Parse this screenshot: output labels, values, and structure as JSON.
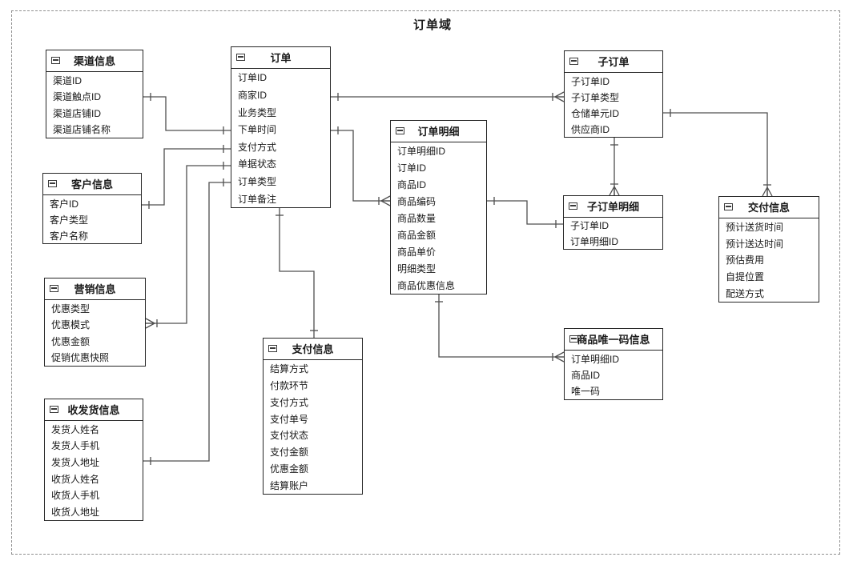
{
  "diagram": {
    "title": "订单域",
    "type": "entity-relationship-diagram",
    "header_icon": "collapse-icon"
  },
  "colors": {
    "background": "#ffffff",
    "box_border": "#262626",
    "relationship_line": "#4f4f4f",
    "boundary_dash": "#8f8f8f",
    "text": "#1a1a1a"
  },
  "entities": [
    {
      "id": "channel",
      "title": "渠道信息",
      "fields": [
        "渠道ID",
        "渠道触点ID",
        "渠道店铺ID",
        "渠道店铺名称"
      ]
    },
    {
      "id": "customer",
      "title": "客户信息",
      "fields": [
        "客户ID",
        "客户类型",
        "客户名称"
      ]
    },
    {
      "id": "marketing",
      "title": "营销信息",
      "fields": [
        "优惠类型",
        "优惠模式",
        "优惠金额",
        "促销优惠快照"
      ]
    },
    {
      "id": "shipping",
      "title": "收发货信息",
      "fields": [
        "发货人姓名",
        "发货人手机",
        "发货人地址",
        "收货人姓名",
        "收货人手机",
        "收货人地址"
      ]
    },
    {
      "id": "order",
      "title": "订单",
      "fields": [
        "订单ID",
        "商家ID",
        "业务类型",
        "下单时间",
        "支付方式",
        "单据状态",
        "订单类型",
        "订单备注"
      ]
    },
    {
      "id": "order_detail",
      "title": "订单明细",
      "fields": [
        "订单明细ID",
        "订单ID",
        "商品ID",
        "商品编码",
        "商品数量",
        "商品金额",
        "商品单价",
        "明细类型",
        "商品优惠信息"
      ]
    },
    {
      "id": "payment",
      "title": "支付信息",
      "fields": [
        "结算方式",
        "付款环节",
        "支付方式",
        "支付单号",
        "支付状态",
        "支付金额",
        "优惠金额",
        "结算账户"
      ]
    },
    {
      "id": "sub_order",
      "title": "子订单",
      "fields": [
        "子订单ID",
        "子订单类型",
        "仓储单元ID",
        "供应商ID"
      ]
    },
    {
      "id": "sub_order_detail",
      "title": "子订单明细",
      "fields": [
        "子订单ID",
        "订单明细ID"
      ]
    },
    {
      "id": "delivery",
      "title": "交付信息",
      "fields": [
        "预计送货时间",
        "预计送达时间",
        "预估费用",
        "自提位置",
        "配送方式"
      ]
    },
    {
      "id": "unique_code",
      "title": "商品唯一码信息",
      "fields": [
        "订单明细ID",
        "商品ID",
        "唯一码"
      ]
    }
  ],
  "connections": [
    {
      "from": {
        "entity": "channel",
        "anchor": "渠道触点ID",
        "cardinality": "one"
      },
      "to": {
        "entity": "order",
        "anchor": "下单时间",
        "cardinality": "one"
      }
    },
    {
      "from": {
        "entity": "customer",
        "anchor": "客户ID",
        "cardinality": "one"
      },
      "to": {
        "entity": "order",
        "anchor": "支付方式",
        "cardinality": "one"
      }
    },
    {
      "from": {
        "entity": "marketing",
        "anchor": "优惠模式",
        "cardinality": "many"
      },
      "to": {
        "entity": "order",
        "anchor": "单据状态",
        "cardinality": "one"
      }
    },
    {
      "from": {
        "entity": "shipping",
        "anchor": "发货人地址",
        "cardinality": "one"
      },
      "to": {
        "entity": "order",
        "anchor": "订单类型",
        "cardinality": "one"
      }
    },
    {
      "from": {
        "entity": "order",
        "anchor": "商家ID",
        "cardinality": "one"
      },
      "to": {
        "entity": "sub_order",
        "anchor": "子订单类型",
        "cardinality": "many"
      }
    },
    {
      "from": {
        "entity": "order",
        "anchor": "下单时间",
        "cardinality": "one"
      },
      "to": {
        "entity": "order_detail",
        "anchor": "商品编码",
        "cardinality": "many"
      }
    },
    {
      "from": {
        "entity": "order",
        "anchor": "bottom",
        "cardinality": "one"
      },
      "to": {
        "entity": "payment",
        "anchor": "top",
        "cardinality": "one"
      }
    },
    {
      "from": {
        "entity": "order_detail",
        "anchor": "商品编码",
        "cardinality": "one"
      },
      "to": {
        "entity": "sub_order_detail",
        "anchor": "子订单ID",
        "cardinality": "one"
      }
    },
    {
      "from": {
        "entity": "sub_order",
        "anchor": "bottom",
        "cardinality": "one"
      },
      "to": {
        "entity": "sub_order_detail",
        "anchor": "top",
        "cardinality": "many"
      }
    },
    {
      "from": {
        "entity": "sub_order",
        "anchor": "仓储单元ID",
        "cardinality": "one"
      },
      "to": {
        "entity": "delivery",
        "anchor": "top",
        "cardinality": "many"
      }
    },
    {
      "from": {
        "entity": "order_detail",
        "anchor": "bottom",
        "cardinality": "one"
      },
      "to": {
        "entity": "unique_code",
        "anchor": "订单明细ID",
        "cardinality": "many"
      }
    }
  ]
}
